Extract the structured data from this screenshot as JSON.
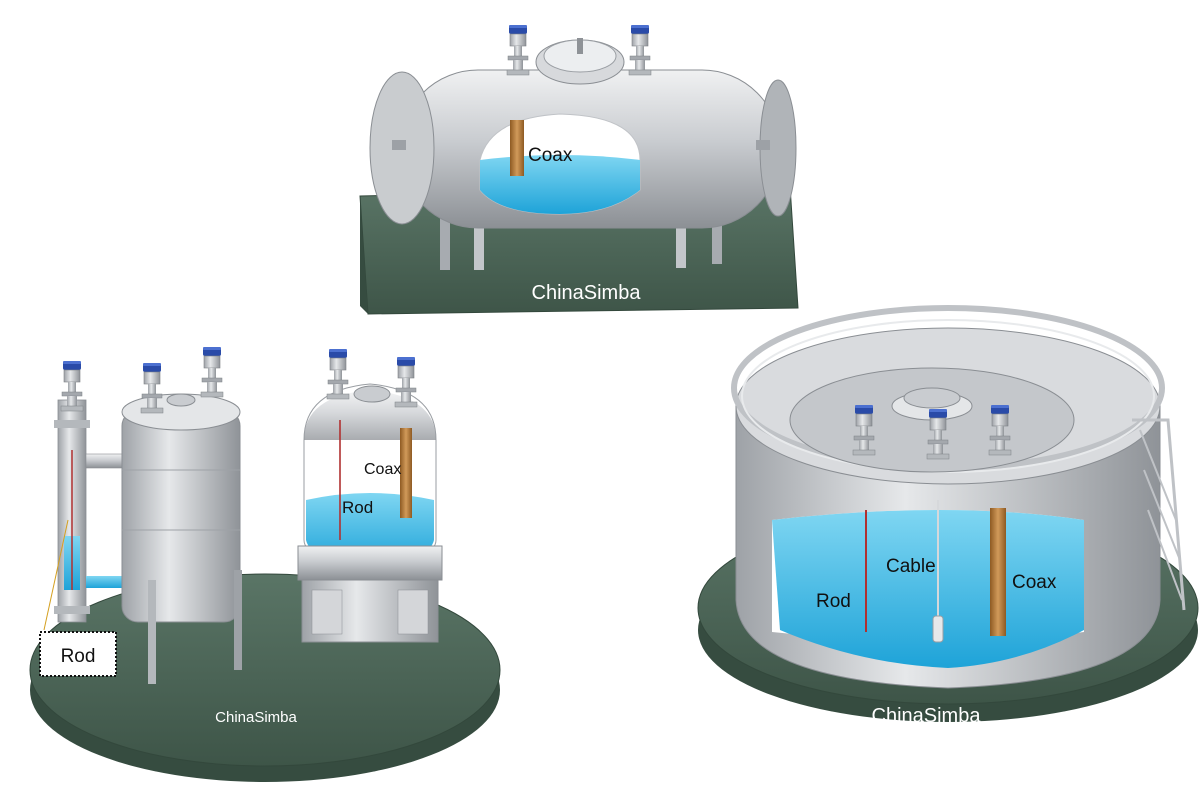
{
  "colors": {
    "base": "#4f6a5a",
    "base_edge": "#3a5044",
    "steel_light": "#e4e6e8",
    "steel_mid": "#b8bcc0",
    "steel_dark": "#8d9196",
    "liquid": "#2fb4e4",
    "liquid_light": "#7fd6f2",
    "probe_coax": "#b87c3a",
    "probe_rod": "#b03030",
    "transmitter_cap": "#2a4ba8"
  },
  "scenes": {
    "horizontal_tank": {
      "probe_label": "Coax",
      "brand": "ChinaSimba"
    },
    "vertical_tanks": {
      "bypass_label": "Rod",
      "coax_label": "Coax",
      "rod_label": "Rod",
      "brand": "ChinaSimba"
    },
    "round_tank": {
      "rod_label": "Rod",
      "cable_label": "Cable",
      "coax_label": "Coax",
      "brand": "ChinaSimba"
    }
  },
  "icons": [
    "radar-transmitter-icon",
    "tank-icon",
    "platform-icon",
    "stair-icon"
  ]
}
